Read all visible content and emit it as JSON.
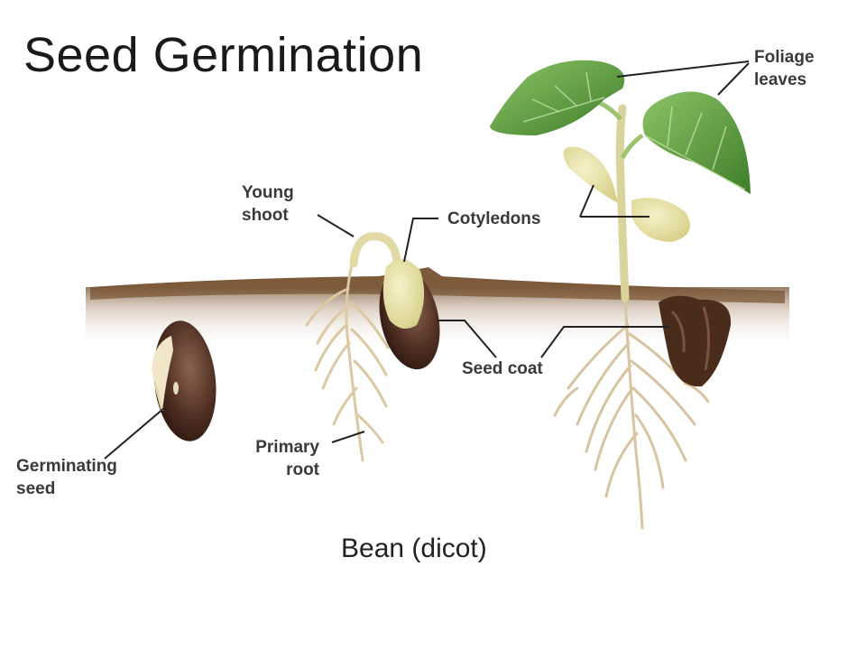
{
  "title": "Seed Germination",
  "caption": "Bean (dicot)",
  "labels": {
    "foliage_leaves": "Foliage\nleaves",
    "young_shoot": "Young\nshoot",
    "cotyledons": "Cotyledons",
    "seed_coat": "Seed coat",
    "primary_root": "Primary\nroot",
    "germinating_seed": "Germinating\nseed"
  },
  "colors": {
    "soil": "#8a6a4a",
    "seed_brown": "#4a2a1e",
    "leaf_green": "#5c9c3c",
    "cotyledon_yellow": "#e6e0a0",
    "root_tan": "#d8c4a0",
    "leader_line": "#222222"
  }
}
